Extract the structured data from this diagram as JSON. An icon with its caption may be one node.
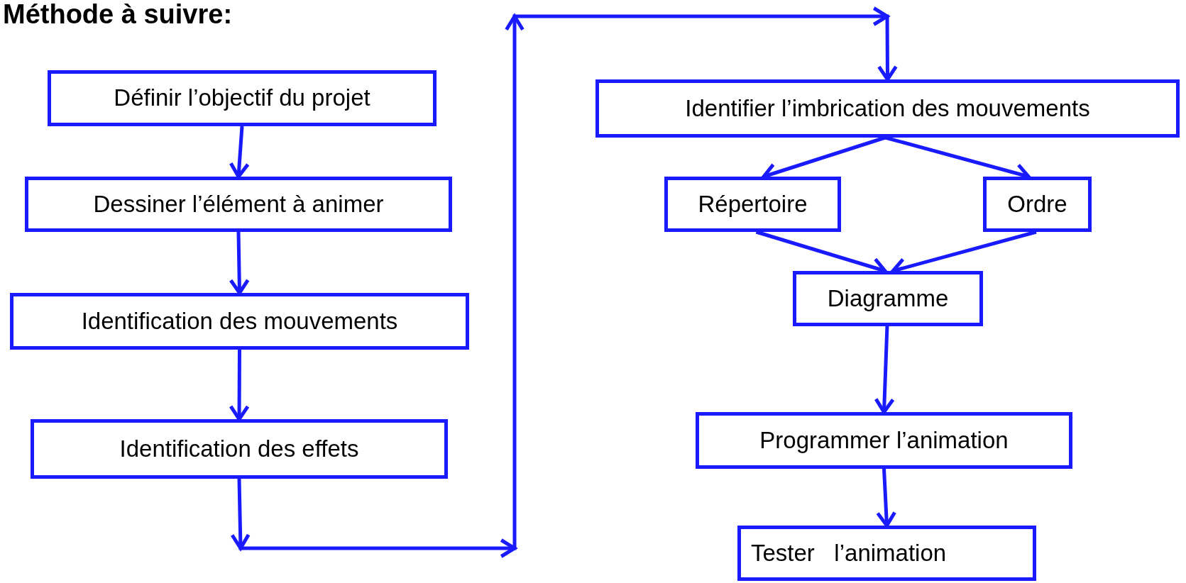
{
  "diagram": {
    "title": "Méthode à suivre:",
    "nodes": [
      {
        "text": [
          "Définir l’objectif du projet"
        ]
      },
      {
        "text": [
          "Dessiner l’élément à animer"
        ]
      },
      {
        "text": [
          "Identification des mouvements"
        ]
      },
      {
        "text": [
          "Identification des effets"
        ]
      },
      {
        "text": [
          "Identifier l’imbrication des mouvements"
        ]
      },
      {
        "text": [
          "Répertoire"
        ]
      },
      {
        "text": [
          "Ordre"
        ]
      },
      {
        "text": [
          "Diagramme"
        ]
      },
      {
        "text": [
          "Programmer l’animation"
        ]
      },
      {
        "text": [
          "Tester   l’animation"
        ]
      }
    ],
    "edges": [
      {
        "from": 0,
        "to": 1,
        "arrow": "to"
      },
      {
        "from": 1,
        "to": 2,
        "arrow": "to"
      },
      {
        "from": 2,
        "to": 3,
        "arrow": "to"
      },
      {
        "from": 3,
        "to": 4,
        "arrow": "to"
      },
      {
        "from": 4,
        "to": 5,
        "arrow": "to"
      },
      {
        "from": 4,
        "to": 6,
        "arrow": "to"
      },
      {
        "from": 5,
        "to": 7,
        "arrow": "to"
      },
      {
        "from": 6,
        "to": 7,
        "arrow": "to"
      },
      {
        "from": 7,
        "to": 8,
        "arrow": "to"
      },
      {
        "from": 8,
        "to": 9,
        "arrow": "to"
      }
    ]
  }
}
